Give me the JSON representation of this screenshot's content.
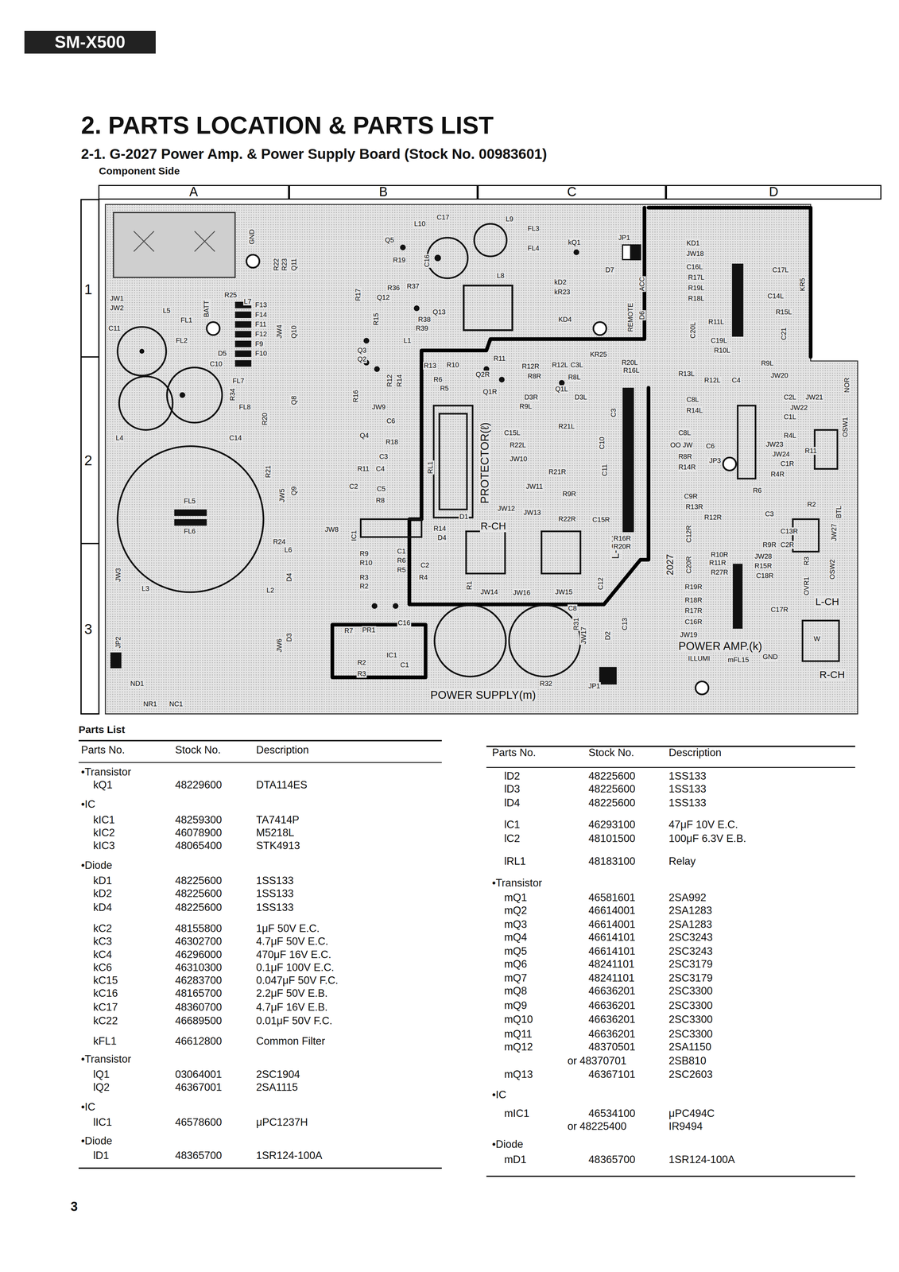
{
  "diagram": {
    "title": "2. PARTS LOCATION & PARTS LIST",
    "nodes": [
      {
        "text": [
          "SM-X500"
        ]
      },
      {
        "text": [
          "A"
        ]
      },
      {
        "text": [
          "B"
        ]
      },
      {
        "text": [
          "C"
        ]
      },
      {
        "text": [
          "D"
        ]
      }
    ],
    "labels": [
      "2-1. G-2027 Power Amp. & Power Supply Board (Stock No. 00983601)",
      "Component Side",
      "1",
      "2",
      "3",
      "GND",
      "L10",
      "C17",
      "L9",
      "FL3",
      "Q5",
      "C16",
      "FL4",
      "kQ1",
      "JP1",
      "R19",
      "R17",
      "R36",
      "R37",
      "Q12",
      "L8",
      "kD2",
      "kR23",
      "D7",
      "REMOTE",
      "ACC",
      "D6",
      "R15",
      "Q13",
      "R38",
      "R39",
      "L1",
      "KD4",
      "KR25",
      "Q3",
      "Q2",
      "R16",
      "R12",
      "R14",
      "R13",
      "R10",
      "R11",
      "R12R",
      "R12L",
      "R6",
      "R5",
      "Q2R",
      "Q1R",
      "R8R",
      "C3L",
      "R8L",
      "Q1L",
      "D3R",
      "D3L",
      "R9L",
      "JW9",
      "C6",
      "Q4",
      "R18",
      "C3",
      "R11",
      "C4",
      "C2",
      "C5",
      "R8",
      "RL1",
      "PROTECTOR(ℓ)",
      "C15L",
      "R21L",
      "R22L",
      "JW10",
      "C10",
      "R21R",
      "C11",
      "JW11",
      "R9R",
      "JW12",
      "JW13",
      "R22R",
      "C15R",
      "R-CH",
      "L-CH",
      "D1",
      "R14",
      "D4",
      "IC1",
      "R9",
      "R10",
      "R3",
      "R2",
      "C1",
      "R6",
      "R5",
      "C2",
      "R4",
      "R1",
      "JW14",
      "JW16",
      "JW15",
      "C8",
      "R31",
      "C12",
      "C13",
      "D2",
      "PR1",
      "R7",
      "C16",
      "IC1",
      "C1",
      "R2",
      "R3",
      "R32",
      "JP1",
      "JW17",
      "POWER SUPPLY(m)",
      "JW1",
      "JW2",
      "R25",
      "L7",
      "L5",
      "FL1",
      "BATT",
      "C11",
      "FL2",
      "F13",
      "F14",
      "F11",
      "F12",
      "F9",
      "F10",
      "D5",
      "C10",
      "FL7",
      "R34",
      "FL8",
      "C14",
      "R20",
      "L4",
      "R21",
      "FL5",
      "FL6",
      "R24",
      "L6",
      "JW8",
      "JW3",
      "L3",
      "D4",
      "L2",
      "D3",
      "JW6",
      "JP2",
      "ND1",
      "NR1",
      "NC1",
      "JW4",
      "JW5",
      "Q11",
      "Q10",
      "Q8",
      "Q9",
      "R22",
      "R23",
      "KD1",
      "JW18",
      "C16L",
      "R17L",
      "R19L",
      "R18L",
      "C17L",
      "KR5",
      "C14L",
      "R15L",
      "C20L",
      "R11L",
      "C19L",
      "R10L",
      "R13L",
      "R12L",
      "C4",
      "C21",
      "R9L",
      "JW20",
      "C8L",
      "R14L",
      "C2L",
      "JW21",
      "JW22",
      "C1L",
      "C8L",
      "OO JW",
      "C6",
      "R8R",
      "R14R",
      "JP3",
      "R4L",
      "JW23",
      "JW24",
      "C1R",
      "R4R",
      "R11",
      "OSW1",
      "NOR",
      "C9R",
      "R13R",
      "R6",
      "R2",
      "BTL",
      "C3",
      "R12R",
      "C12R",
      "C13R",
      "C2R",
      "R9R",
      "R10R",
      "JW28",
      "R3",
      "JW27",
      "C20R",
      "R11R",
      "R15R",
      "C18R",
      "R27R",
      "2027",
      "OVR1",
      "OSW2",
      "L-CH",
      "R19R",
      "C17R",
      "R18R",
      "R17R",
      "C16R",
      "JW19",
      "POWER AMP.(k)",
      "ILLUMI",
      "mFL15",
      "GND",
      "R-CH",
      "W",
      "R20L",
      "R16L",
      "C3",
      "R16R",
      "R20R",
      "Parts List",
      "Parts No.",
      "Stock No.",
      "Description",
      "•Transistor",
      "kQ1",
      "48229600",
      "DTA114ES",
      "•IC",
      "kIC1",
      "48259300",
      "TA7414P",
      "kIC2",
      "46078900",
      "M5218L",
      "kIC3",
      "48065400",
      "STK4913",
      "•Diode",
      "kD1",
      "48225600",
      "1SS133",
      "kD2",
      "48225600",
      "1SS133",
      "kD4",
      "48225600",
      "1SS133",
      "kC2",
      "48155800",
      "1μF 50V E.C.",
      "kC3",
      "46302700",
      "4.7μF 50V E.C.",
      "kC4",
      "46296000",
      "470μF 16V E.C.",
      "kC6",
      "46310300",
      "0.1μF 100V E.C.",
      "kC15",
      "46283700",
      "0.047μF 50V F.C.",
      "kC16",
      "48165700",
      "2.2μF 50V E.B.",
      "kC17",
      "48360700",
      "4.7μF 16V E.B.",
      "kC22",
      "46689500",
      "0.01μF 50V F.C.",
      "kFL1",
      "46612800",
      "Common Filter",
      "•Transistor",
      "lQ1",
      "03064001",
      "2SC1904",
      "lQ2",
      "46367001",
      "2SA1115",
      "•IC",
      "lIC1",
      "46578600",
      "μPC1237H",
      "•Diode",
      "lD1",
      "48365700",
      "1SR124-100A",
      "Parts No.",
      "Stock No.",
      "Description",
      "lD2",
      "48225600",
      "1SS133",
      "lD3",
      "48225600",
      "1SS133",
      "lD4",
      "48225600",
      "1SS133",
      "lC1",
      "46293100",
      "47μF 10V E.C.",
      "lC2",
      "48101500",
      "100μF 6.3V E.B.",
      "lRL1",
      "48183100",
      "Relay",
      "•Transistor",
      "mQ1",
      "46581601",
      "2SA992",
      "mQ2",
      "46614001",
      "2SA1283",
      "mQ3",
      "46614001",
      "2SA1283",
      "mQ4",
      "46614101",
      "2SC3243",
      "mQ5",
      "46614101",
      "2SC3243",
      "mQ6",
      "48241101",
      "2SC3179",
      "mQ7",
      "48241101",
      "2SC3179",
      "mQ8",
      "46636201",
      "2SC3300",
      "mQ9",
      "46636201",
      "2SC3300",
      "mQ10",
      "46636201",
      "2SC3300",
      "mQ11",
      "46636201",
      "2SC3300",
      "mQ12",
      "48370501",
      "2SA1150",
      "or 48370701",
      "2SB810",
      "mQ13",
      "46367101",
      "2SC2603",
      "•IC",
      "mIC1",
      "46534100",
      "μPC494C",
      "or 48225400",
      "IR9494",
      "•Diode",
      "mD1",
      "48365700",
      "1SR124-100A",
      "3"
    ]
  }
}
